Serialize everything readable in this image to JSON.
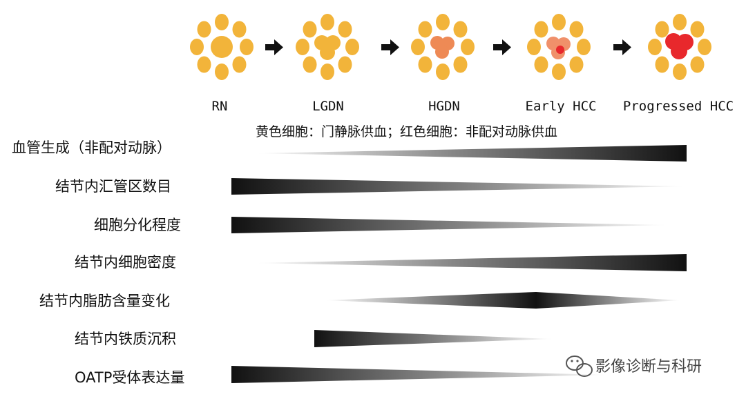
{
  "colors": {
    "yellow_cell": "#F2B43A",
    "orange_cell": "#EE8A55",
    "pale_red_cell": "#F0906A",
    "red_cell": "#E8282C",
    "arrow": "#111111",
    "wedge": "#111111"
  },
  "stages": [
    {
      "label": "RN",
      "center_type": "yellow-large"
    },
    {
      "label": "LGDN",
      "center_type": "yellow-cluster"
    },
    {
      "label": "HGDN",
      "center_type": "orange-cluster"
    },
    {
      "label": "Early HCC",
      "center_type": "orange-with-red-dot"
    },
    {
      "label": "Progressed HCC",
      "center_type": "red-cluster"
    }
  ],
  "legend": "黄色细胞：门静脉供血；红色细胞：非配对动脉供血",
  "rows": [
    {
      "label": "血管生成（非配对动脉）",
      "trend": "increasing"
    },
    {
      "label": "结节内汇管区数目",
      "trend": "decreasing"
    },
    {
      "label": "细胞分化程度",
      "trend": "decreasing"
    },
    {
      "label": "结节内细胞密度",
      "trend": "increasing"
    },
    {
      "label": "结节内脂肪含量变化",
      "trend": "peak-at-early-hcc"
    },
    {
      "label": "结节内铁质沉积",
      "trend": "decreasing"
    },
    {
      "label": "OATP受体表达量",
      "trend": "decreasing"
    }
  ],
  "watermark": {
    "icon": "wechat-icon",
    "text": "影像诊断与科研"
  }
}
